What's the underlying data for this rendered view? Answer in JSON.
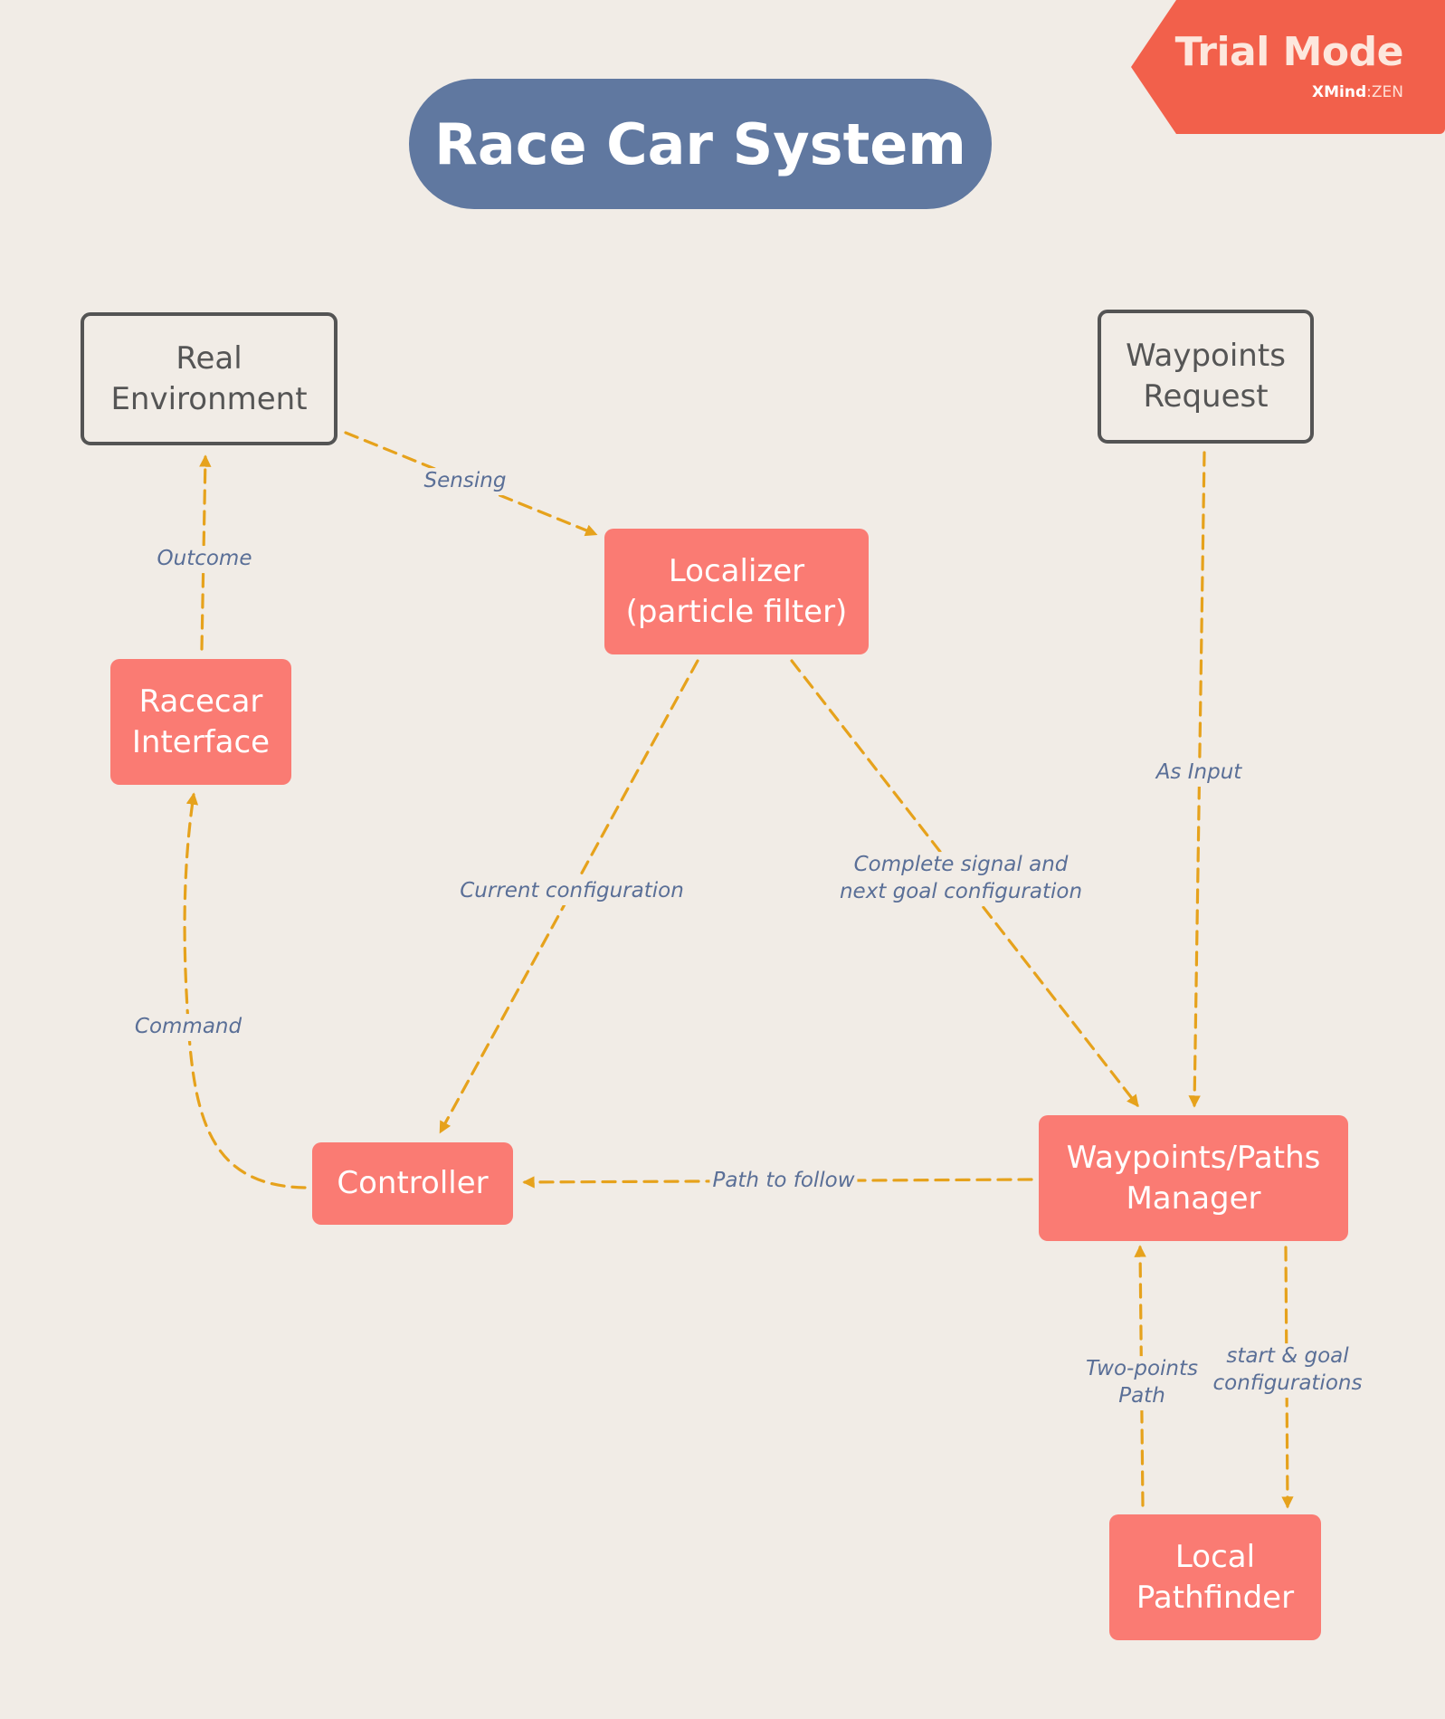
{
  "title": "Race Car System",
  "badge": {
    "title": "Trial Mode",
    "brand": "XMind",
    "separator": ":",
    "edition": "ZEN"
  },
  "nodes": {
    "real_environment": "Real\nEnvironment",
    "waypoints_request": "Waypoints\nRequest",
    "localizer": "Localizer\n(particle filter)",
    "racecar_interface": "Racecar\nInterface",
    "controller": "Controller",
    "waypoints_manager": "Waypoints/Paths\nManager",
    "local_pathfinder": "Local\nPathfinder"
  },
  "edges": {
    "sensing": "Sensing",
    "outcome": "Outcome",
    "as_input": "As Input",
    "current_configuration": "Current configuration",
    "complete_signal": "Complete signal and\nnext goal configuration",
    "command": "Command",
    "path_to_follow": "Path to follow",
    "two_points_path": "Two-points\nPath",
    "start_goal": "start & goal\nconfigurations"
  },
  "colors": {
    "background": "#f1ece6",
    "title_fill": "#6078a0",
    "node_fill": "#fa7b73",
    "node_outline": "#545454",
    "connector": "#e6a21c",
    "edge_label": "#5a6f97",
    "badge": "#f2604b"
  }
}
